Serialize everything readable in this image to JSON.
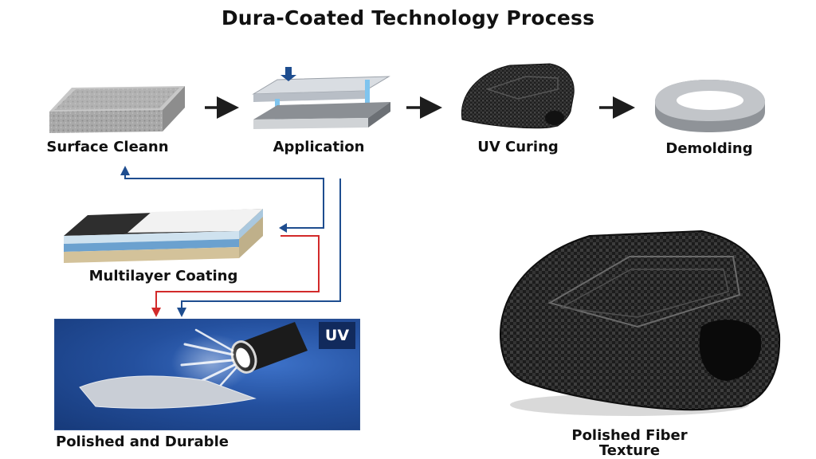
{
  "title": "Dura-Coated Technology Process",
  "steps": [
    {
      "label": "Surface Cleann",
      "icon": "textured-block-icon"
    },
    {
      "label": "Application",
      "icon": "press-plates-icon"
    },
    {
      "label": "UV Curing",
      "icon": "carbon-shell-icon"
    },
    {
      "label": "Demolding",
      "icon": "ring-frame-icon"
    }
  ],
  "layers": {
    "label": "Multilayer Coating"
  },
  "uv": {
    "badge": "UV",
    "caption": "Polished and Durable"
  },
  "product": {
    "caption_line1": "Polished Fiber",
    "caption_line2": "Texture"
  },
  "colors": {
    "arrow_dark": "#1d1d1d",
    "flow_blue": "#1e4d8f",
    "flow_red": "#d22a2a",
    "panel_blue": "#24509e"
  }
}
